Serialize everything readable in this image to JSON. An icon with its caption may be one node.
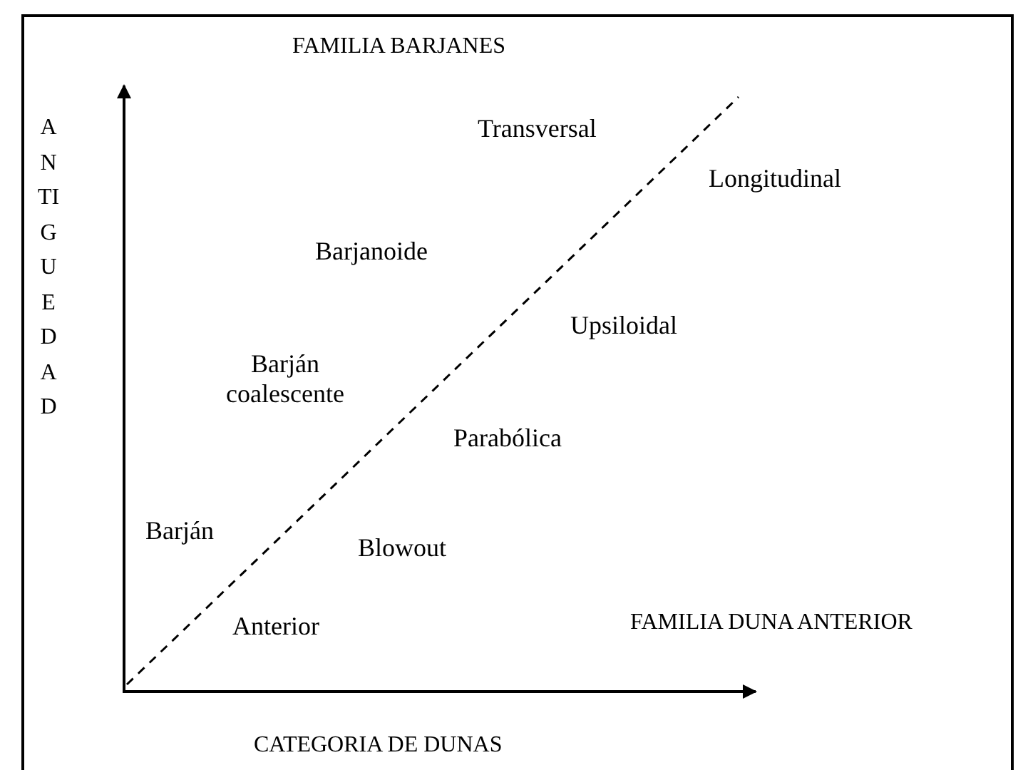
{
  "diagram": {
    "labels": [
      "FAMILIA BARJANES",
      "ANTIGUEDAD",
      "Transversal",
      "Longitudinal",
      "Barjanoide",
      "Upsiloidal",
      "Barján coalescente",
      "Parabólica",
      "Barján",
      "Blowout",
      "Anterior",
      "FAMILIA DUNA ANTERIOR",
      "CATEGORIA DE DUNAS"
    ]
  }
}
